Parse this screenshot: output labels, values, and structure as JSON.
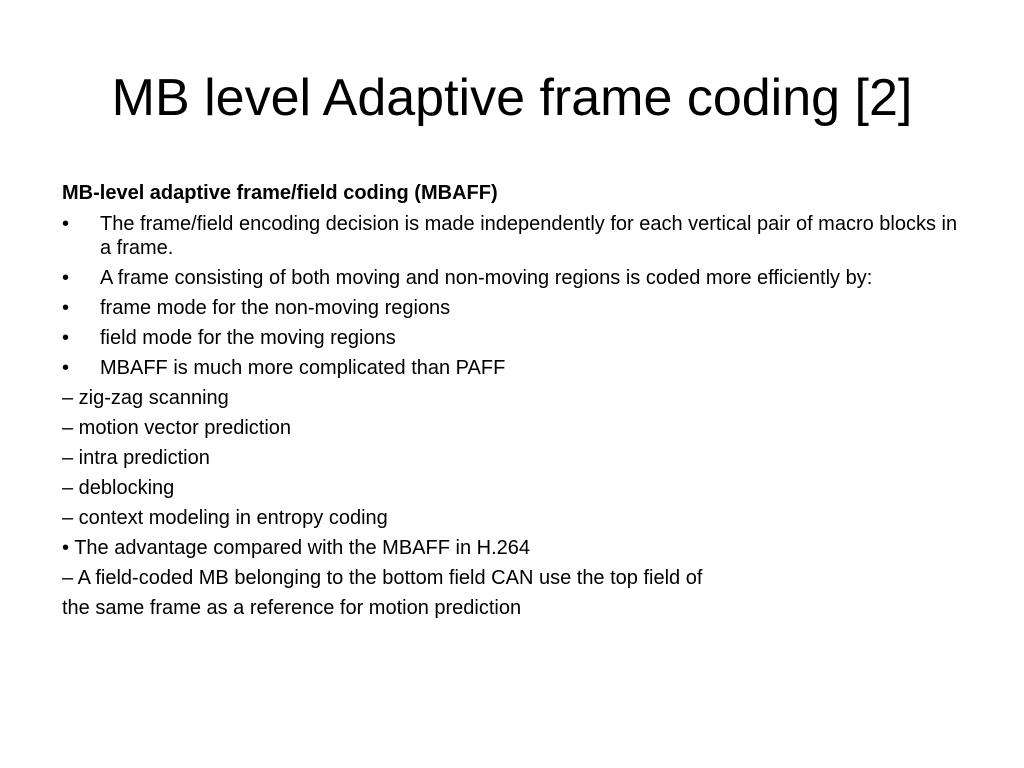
{
  "slide": {
    "title": "MB level Adaptive frame coding [2]",
    "heading": "MB-level adaptive frame/field coding (MBAFF)",
    "bullet_glyph": "•",
    "bullets": [
      "The frame/field encoding decision is made independently for each vertical pair of macro blocks in a frame.",
      "A frame consisting of both moving and non-moving regions is coded more efficiently by:",
      "frame mode for the non-moving regions",
      "field mode for the moving regions",
      "MBAFF is much more complicated than PAFF"
    ],
    "lines": [
      "– zig-zag scanning",
      "– motion vector prediction",
      "– intra prediction",
      "– deblocking",
      "– context modeling in entropy coding",
      "• The advantage compared with the MBAFF in H.264",
      "– A field-coded MB belonging to the bottom field CAN use the top field of",
      "the same frame as a reference for motion prediction"
    ]
  }
}
